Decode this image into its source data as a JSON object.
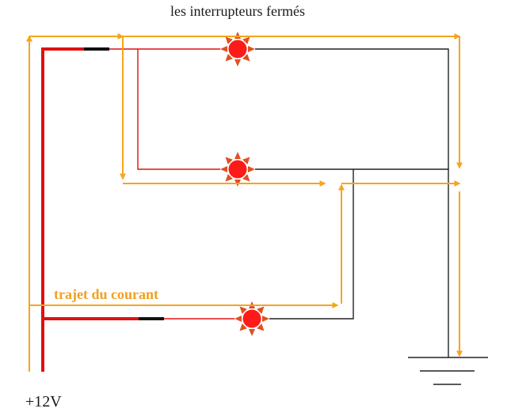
{
  "title": "les interrupteurs fermés",
  "flow_label": "trajet du courant",
  "supply_label": "+12V",
  "colors": {
    "flow": "#f5a51e",
    "wire_positive": "#e01010",
    "wire_return": "#222222",
    "lamp": "#ff1a1a",
    "lamp_ray": "#e05020"
  },
  "icons": [
    "lamp-icon",
    "ground-symbol-icon",
    "switch-icon",
    "arrow-icon"
  ]
}
